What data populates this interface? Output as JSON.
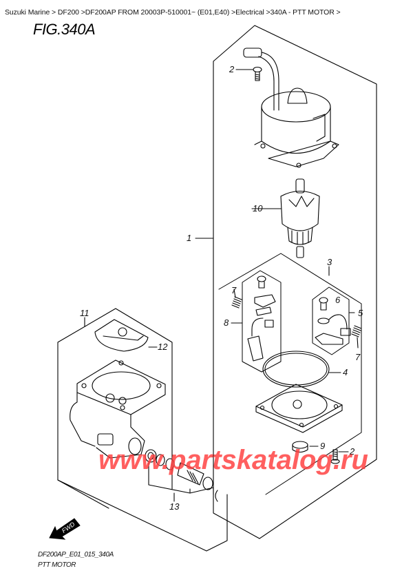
{
  "breadcrumb": {
    "items": [
      {
        "label": "Suzuki Marine",
        "sep": " > "
      },
      {
        "label": "DF200",
        "sep": " >"
      },
      {
        "label": "DF200AP FROM 20003P-510001~ (E01,E40)",
        "sep": " >"
      },
      {
        "label": "Electrical",
        "sep": " >"
      },
      {
        "label": "340A - PTT MOTOR",
        "sep": " >"
      }
    ]
  },
  "figure": {
    "title": "FIG.340A",
    "code": "DF200AP_E01_015_340A",
    "name": "PTT MOTOR"
  },
  "callouts": [
    {
      "id": "1",
      "label": "1"
    },
    {
      "id": "2a",
      "label": "2"
    },
    {
      "id": "2b",
      "label": "2"
    },
    {
      "id": "3",
      "label": "3"
    },
    {
      "id": "4",
      "label": "4"
    },
    {
      "id": "5",
      "label": "5"
    },
    {
      "id": "6",
      "label": "6"
    },
    {
      "id": "7a",
      "label": "7"
    },
    {
      "id": "7b",
      "label": "7"
    },
    {
      "id": "8",
      "label": "8"
    },
    {
      "id": "9",
      "label": "9"
    },
    {
      "id": "10",
      "label": "10"
    },
    {
      "id": "11",
      "label": "11"
    },
    {
      "id": "12",
      "label": "12"
    },
    {
      "id": "13",
      "label": "13"
    }
  ],
  "direction_marker": {
    "label": "FWD"
  },
  "watermark": {
    "text": "www.partskatalog.ru",
    "color": "#ff3c3c"
  }
}
